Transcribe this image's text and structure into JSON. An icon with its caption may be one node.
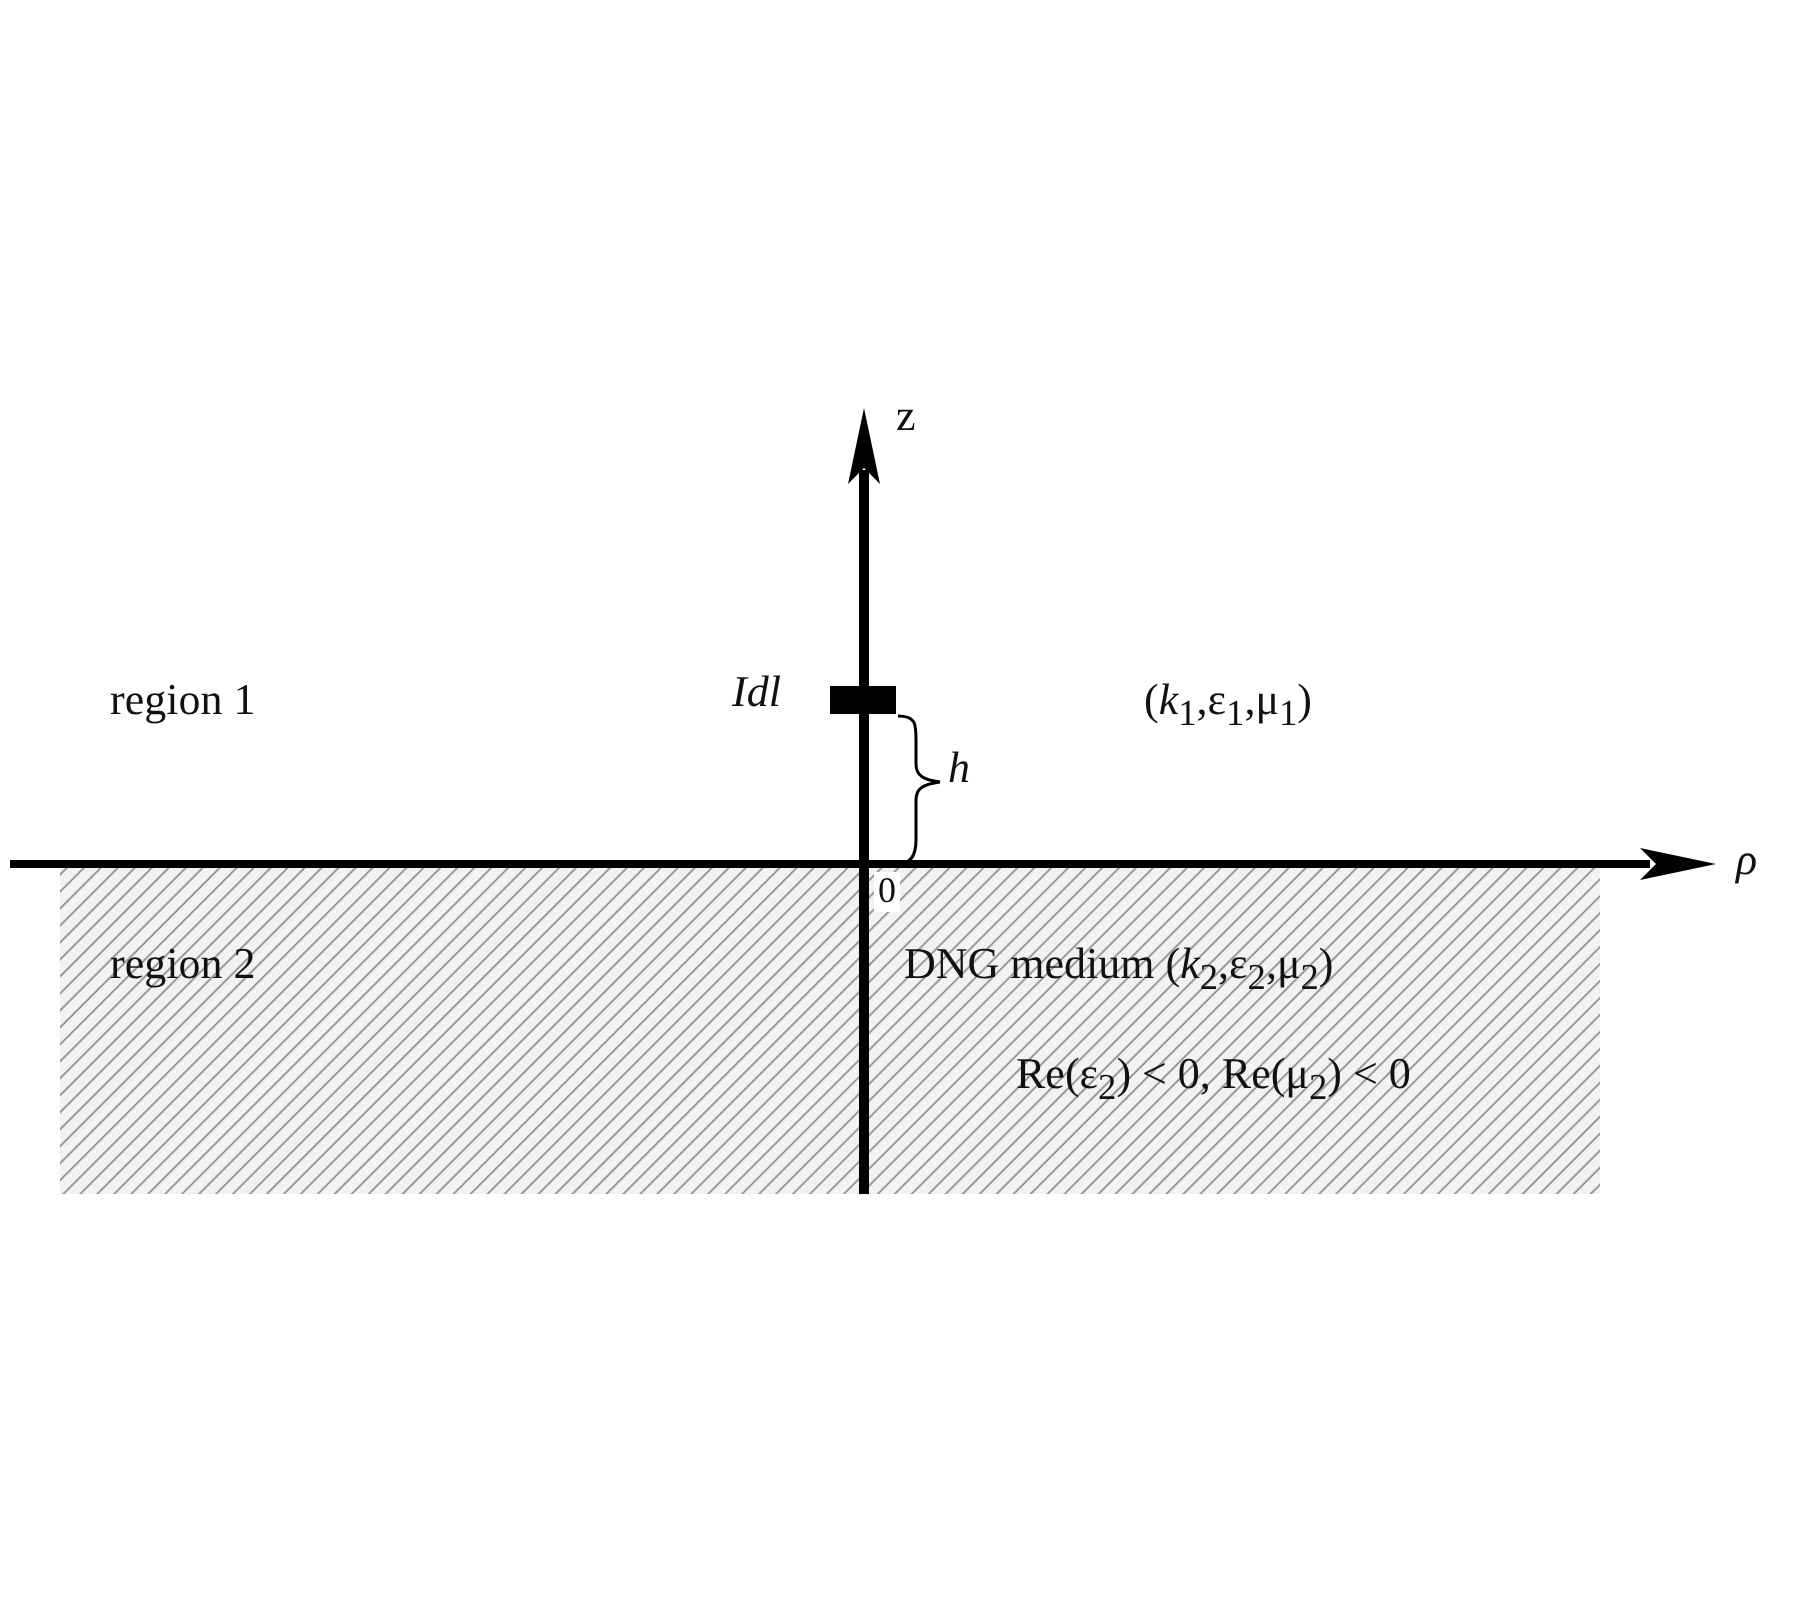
{
  "diagram": {
    "labels": [
      "z",
      "*Idl*",
      "region 1",
      "(*k*$_{1}$,ε$_{1}$,μ$_{1}$)",
      "*h*",
      "*ρ*",
      "0",
      "region 2",
      "DNG medium (*k*$_{2}$,ε$_{2}$,μ$_{2}$)",
      "Re(ε$_{2}$) < 0, Re(μ$_{2}$) < 0"
    ]
  }
}
